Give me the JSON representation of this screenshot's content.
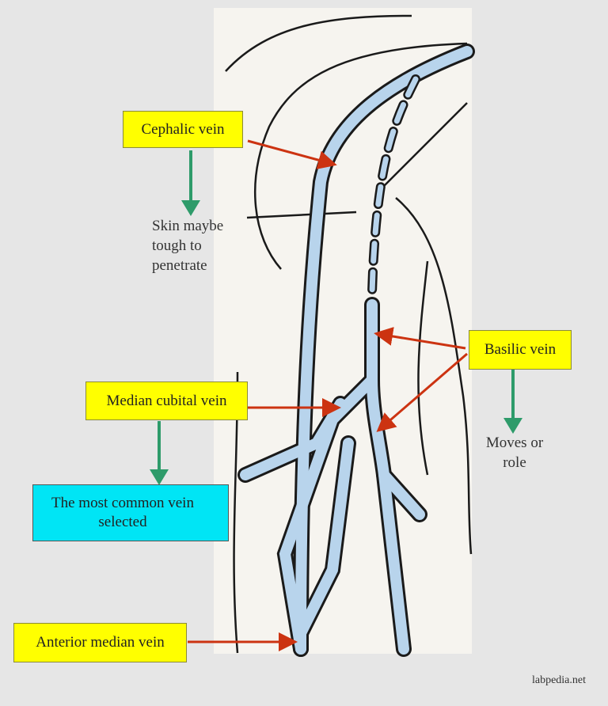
{
  "labels": {
    "cephalic": "Cephalic vein",
    "basilic": "Basilic vein",
    "median_cubital": "Median cubital vein",
    "anterior_median": "Anterior median vein",
    "common": "The most common vein selected"
  },
  "notes": {
    "cephalic": "Skin maybe tough to penetrate",
    "basilic": "Moves or role"
  },
  "watermark": "labpedia.net",
  "colors": {
    "label_bg": "#ffff00",
    "highlight_bg": "#00e5f5",
    "arrow_red": "#cc3311",
    "arrow_green": "#2e9b6a",
    "vein": "#b8d4ec"
  }
}
